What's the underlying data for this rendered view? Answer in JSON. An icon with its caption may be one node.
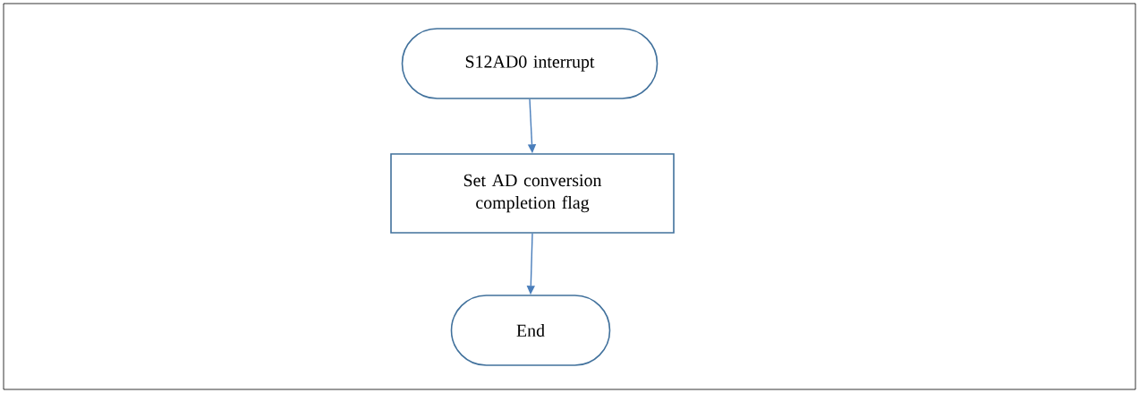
{
  "diagram": {
    "nodes": [
      {
        "text": [
          "S12AD0 interrupt"
        ]
      },
      {
        "text": [
          "Set AD conversion completion flag"
        ]
      },
      {
        "text": [
          "End"
        ]
      }
    ],
    "edges": [
      {
        "from": 0,
        "to": 1,
        "arrow": "to"
      },
      {
        "from": 1,
        "to": 2,
        "arrow": "to"
      }
    ]
  }
}
